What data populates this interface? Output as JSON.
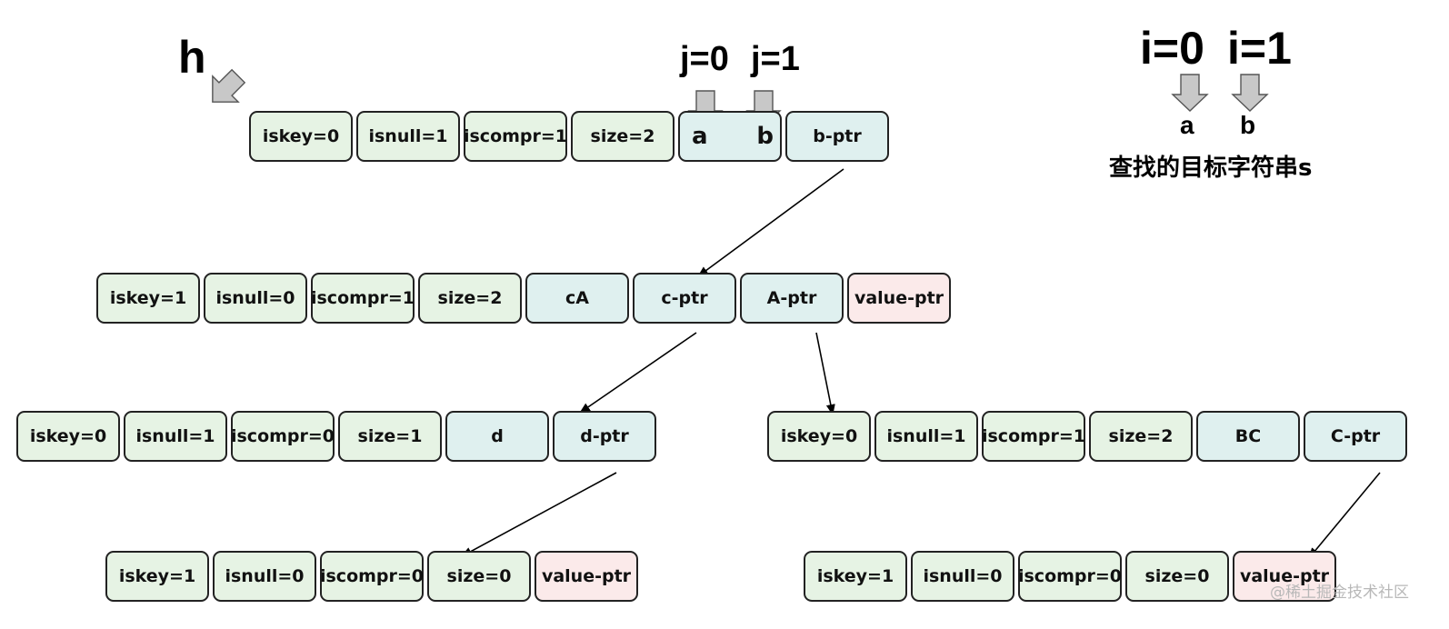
{
  "pointer_label": "h",
  "key_index_labels": [
    "j=0",
    "j=1"
  ],
  "root_key_chars": [
    "a",
    "b"
  ],
  "search_index_labels": [
    "i=0",
    "i=1"
  ],
  "search_chars": [
    "a",
    "b"
  ],
  "search_caption": "查找的目标字符串s",
  "watermark": "@稀土掘金技术社区",
  "nodes": {
    "root": [
      "iskey=0",
      "isnull=1",
      "iscompr=1",
      "size=2",
      "",
      "b-ptr"
    ],
    "level1": [
      "iskey=1",
      "isnull=0",
      "iscompr=1",
      "size=2",
      "cA",
      "c-ptr",
      "A-ptr",
      "value-ptr"
    ],
    "level2_left": [
      "iskey=0",
      "isnull=1",
      "iscompr=0",
      "size=1",
      "d",
      "d-ptr"
    ],
    "level2_right": [
      "iskey=0",
      "isnull=1",
      "iscompr=1",
      "size=2",
      "BC",
      "C-ptr"
    ],
    "level3_left": [
      "iskey=1",
      "isnull=0",
      "iscompr=0",
      "size=0",
      "value-ptr"
    ],
    "level3_right": [
      "iskey=1",
      "isnull=0",
      "iscompr=0",
      "size=0",
      "value-ptr"
    ]
  },
  "colors": {
    "meta_fill": "#e6f3e4",
    "key_fill": "#dff0ef",
    "value_fill": "#fbeaea",
    "arrow_fill": "#c8c8c8"
  }
}
